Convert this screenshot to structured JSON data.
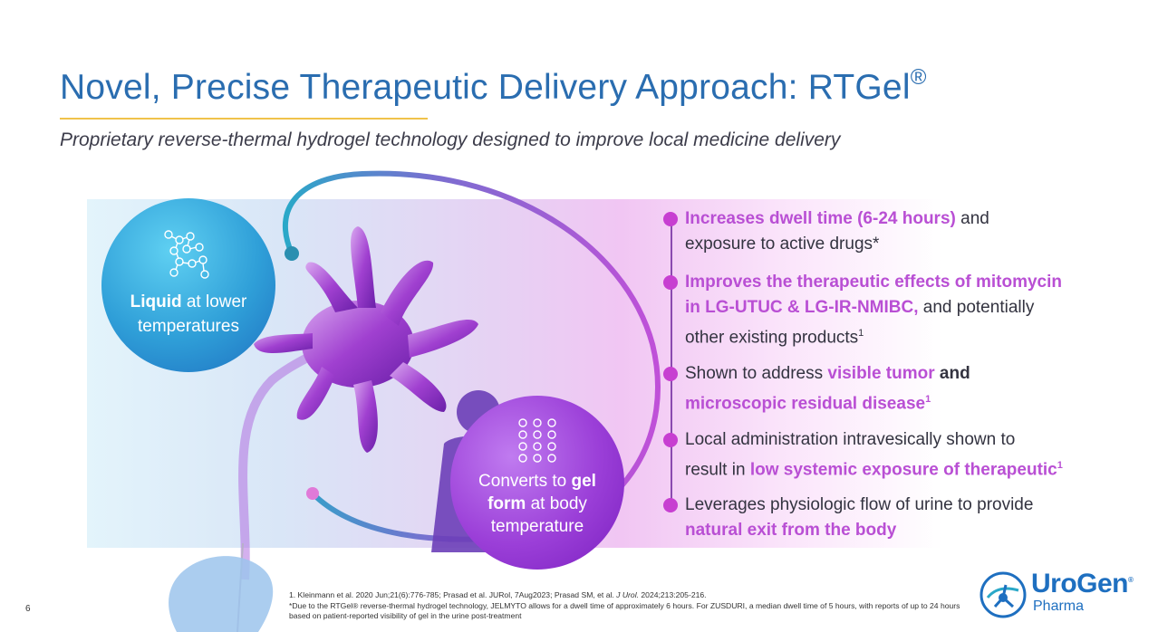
{
  "header": {
    "title": "Novel, Precise Therapeutic Delivery Approach: RTGel",
    "title_mark": "®",
    "subtitle": "Proprietary reverse-thermal hydrogel technology designed to improve local medicine delivery"
  },
  "colors": {
    "title_blue": "#2a6db0",
    "accent_rule": "#f0c24a",
    "highlight_purple": "#b94fd4",
    "bullet_dot": "#c73fd1",
    "liquid_circle": "#2f9fd8",
    "gel_circle": "#9b3fd8"
  },
  "circles": {
    "liquid": {
      "bold": "Liquid",
      "text": " at lower",
      "line2": "temperatures",
      "icon": "molecule-chain-icon"
    },
    "gel": {
      "line1a": "Converts to ",
      "line1b": "gel",
      "line2a": "form",
      "line2b": " at body",
      "line3": "temperature",
      "icon": "molecule-grid-icon"
    }
  },
  "bullets": [
    {
      "hl": "Increases dwell time (6-24 hours)",
      "rest": " and",
      "line2": "exposure to active drugs*"
    },
    {
      "hl1": "Improves the therapeutic effects of mitomycin",
      "hl2": "in LG-UTUC & LG-IR-NMIBC,",
      "rest": " and potentially",
      "line3": "other existing products",
      "sup": "1"
    },
    {
      "pre": "Shown to address ",
      "hl": "visible tumor",
      "and": " and",
      "hl2": "microscopic residual disease",
      "sup": "1"
    },
    {
      "line1": "Local administration intravesically shown to",
      "pre": "result in ",
      "hl": "low systemic exposure of therapeutic",
      "sup": "1"
    },
    {
      "line1": "Leverages physiologic flow of urine to provide",
      "hl": "natural exit from the body"
    }
  ],
  "footer": {
    "ref1_a": "1. Kleinmann et al. 2020 Jun;21(6):776-785; Prasad et al. JURol, 7Aug2023;  Prasad SM, et al. ",
    "ref1_b": "J Urol.",
    "ref1_c": " 2024;213:205-216.",
    "note": "*Due to the RTGel® reverse-thermal hydrogel technology, JELMYTO allows for a dwell time of approximately 6 hours. For ZUSDURI, a median dwell time of 5 hours, with reports of up to 24 hours based on patient-reported visibility of gel in the urine post-treatment"
  },
  "page_number": "6",
  "logo": {
    "name": "UroGen",
    "mark": "®",
    "sub": "Pharma",
    "icon": "urogen-logo-icon"
  }
}
